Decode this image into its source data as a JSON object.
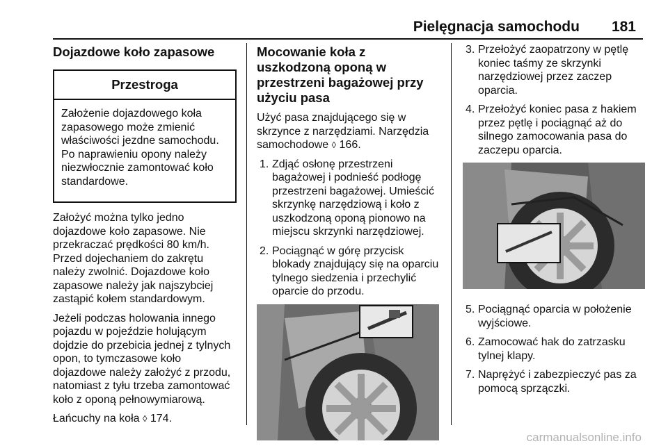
{
  "header": {
    "title": "Pielęgnacja samochodu",
    "page_number": "181"
  },
  "col1": {
    "title": "Dojazdowe koło zapasowe",
    "caution_heading": "Przestroga",
    "caution_text": "Założenie dojazdowego koła zapasowego może zmienić właściwości jezdne samochodu. Po naprawieniu opony należy niezwłocznie zamontować koło standardowe.",
    "para1": "Założyć można tylko jedno dojazdowe koło zapasowe. Nie przekraczać prędkości 80 km/h. Przed dojechaniem do zakrętu należy zwolnić. Dojazdowe koło zapasowe należy jak najszybciej zastąpić kołem standardowym.",
    "para2": "Jeżeli podczas holowania innego pojazdu w pojeździe holującym dojdzie do przebicia jednej z tylnych opon, to tymczasowe koło dojazdowe należy założyć z przodu, natomiast z tyłu trzeba zamontować koło z oponą pełnowymiarową.",
    "para3_text": "Łańcuchy na koła",
    "para3_ref_symbol": "◊",
    "para3_ref_page": "174."
  },
  "col2": {
    "title": "Mocowanie koła z uszkodzoną oponą w przestrzeni bagażowej przy użyciu pasa",
    "intro_text": "Użyć pasa znajdującego się w skrzynce z narzędziami. Narzędzia samochodowe",
    "intro_ref_symbol": "◊",
    "intro_ref_page": "166.",
    "steps": [
      {
        "num": "1.",
        "text": "Zdjąć osłonę przestrzeni bagażowej i podnieść podłogę przestrzeni bagażowej. Umieścić skrzynkę narzędziową i koło z uszkodzoną oponą pionowo na miejscu skrzynki narzędziowej."
      },
      {
        "num": "2.",
        "text": "Pociągnąć w górę przycisk blokady znajdujący się na oparciu tylnego siedzenia i przechylić oparcie do przodu."
      }
    ]
  },
  "col3": {
    "steps_a": [
      {
        "num": "3.",
        "text": "Przełożyć zaopatrzony w pętlę koniec taśmy ze skrzynki narzędziowej przez zaczep oparcia."
      },
      {
        "num": "4.",
        "text": "Przełożyć koniec pasa z hakiem przez pętlę i pociągnąć aż do silnego zamocowania pasa do zaczepu oparcia."
      }
    ],
    "steps_b": [
      {
        "num": "5.",
        "text": "Pociągnąć oparcia w położenie wyjściowe."
      },
      {
        "num": "6.",
        "text": "Zamocować hak do zatrzasku tylnej klapy."
      },
      {
        "num": "7.",
        "text": "Naprężyć i zabezpieczyć pas za pomocą sprzączki."
      }
    ]
  },
  "footer": {
    "watermark": "carmanualsonline.info"
  }
}
